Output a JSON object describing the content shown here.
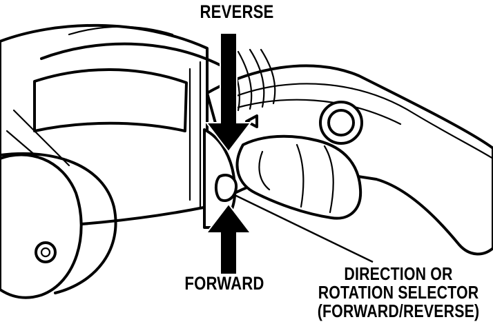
{
  "labels": {
    "reverse": "REVERSE",
    "forward": "FORWARD",
    "selector_lines": [
      "DIRECTION OR",
      "ROTATION SELECTOR",
      "(FORWARD/REVERSE)"
    ]
  },
  "colors": {
    "ink": "#000000",
    "background": "#ffffff"
  }
}
